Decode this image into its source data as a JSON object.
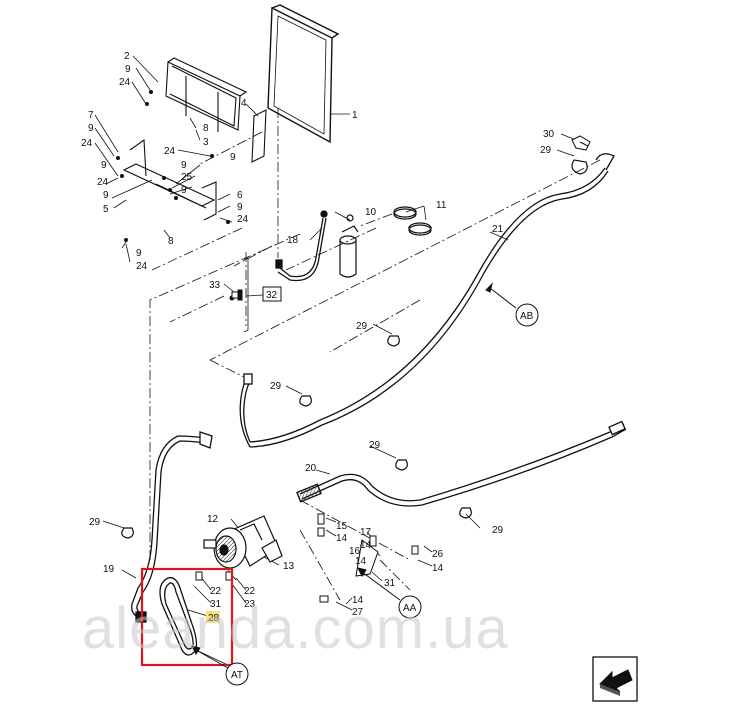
{
  "diagram": {
    "part_numbers": [
      "1",
      "2",
      "3",
      "4",
      "5",
      "6",
      "7",
      "8",
      "9",
      "10",
      "11",
      "12",
      "13",
      "14",
      "15",
      "16",
      "17",
      "18",
      "19",
      "20",
      "21",
      "22",
      "23",
      "24",
      "25",
      "26",
      "27",
      "28",
      "29",
      "30",
      "31",
      "32",
      "33"
    ],
    "boxed_label": "32",
    "highlighted_label": "28",
    "section_markers": [
      "AB",
      "AA",
      "AT"
    ],
    "watermark": "aleanda.com.ua",
    "colors": {
      "line": "#111111",
      "highlight_box": "#e0141e",
      "label_highlight": "#f5e27a",
      "watermark": "#c8c8c8"
    },
    "icons": [
      "direction-arrow-icon"
    ]
  }
}
